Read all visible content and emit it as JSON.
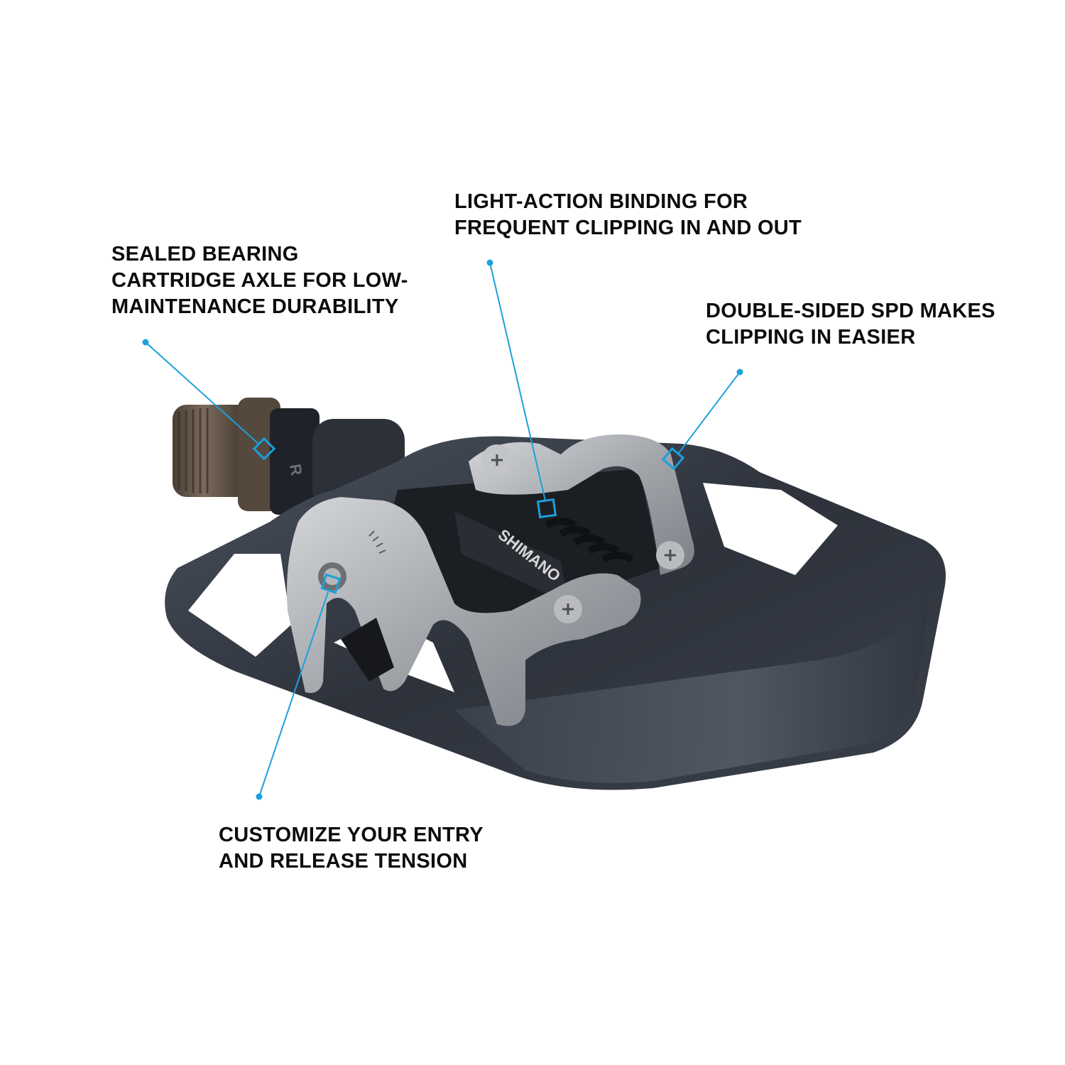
{
  "product": {
    "brand_mark": "SHIMANO",
    "side_mark": "R"
  },
  "callouts": [
    {
      "id": "sealed-bearing",
      "text": "SEALED BEARING\nCARTRIDGE AXLE FOR LOW-\nMAINTENANCE DURABILITY",
      "dot": [
        205,
        482
      ],
      "marker": [
        372,
        632
      ]
    },
    {
      "id": "light-action",
      "text": "LIGHT-ACTION BINDING FOR\nFREQUENT CLIPPING IN AND OUT",
      "dot": [
        690,
        370
      ],
      "marker": [
        770,
        716
      ]
    },
    {
      "id": "double-sided",
      "text": "DOUBLE-SIDED SPD MAKES\nCLIPPING IN EASIER",
      "dot": [
        1042,
        524
      ],
      "marker": [
        948,
        646
      ]
    },
    {
      "id": "tension",
      "text": "CUSTOMIZE YOUR ENTRY\nAND RELEASE TENSION",
      "dot": [
        365,
        1122
      ],
      "marker": [
        466,
        822
      ]
    }
  ],
  "colors": {
    "accent": "#1ca0dc",
    "text": "#0c0c0c",
    "background": "#ffffff",
    "body_dark": "#2e333d",
    "body_mid": "#4a505b",
    "silver": "#a7a9ad",
    "silver_light": "#cfd1d4",
    "axle_bronze": "#5a4c40"
  }
}
